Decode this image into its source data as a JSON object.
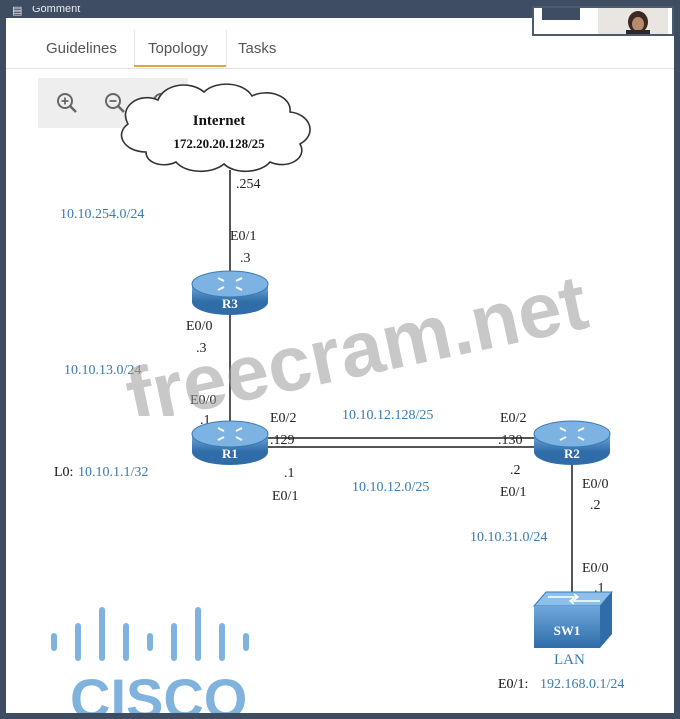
{
  "window": {
    "title": "Go‌mment"
  },
  "tabs": [
    {
      "label": "Guidelines"
    },
    {
      "label": "Topology"
    },
    {
      "label": "Tasks"
    }
  ],
  "zoom": {
    "zoom_in": "zoom-in",
    "zoom_out": "zoom-out",
    "zoom_fit": "zoom-fit"
  },
  "diagram": {
    "internet": {
      "name": "Internet",
      "subnet": "172.20.20.128/25",
      "ip": ".254"
    },
    "r3": {
      "name": "R3",
      "top_port": "E0/1",
      "top_ip": ".3",
      "bottom_port": "E0/0",
      "bottom_ip": ".3"
    },
    "r1": {
      "name": "R1",
      "top_port": "E0/0",
      "top_ip": ".1",
      "e02_port": "E0/2",
      "e02_ip": ".129",
      "e01_ip": ".1",
      "e01_port": "E0/1",
      "loopback": "L0:",
      "loopback_ip": "10.10.1.1/32"
    },
    "r2": {
      "name": "R2",
      "e02_port": "E0/2",
      "e02_ip": ".130",
      "e01_ip": ".2",
      "e01_port": "E0/1",
      "e00_port": "E0/0",
      "e00_ip": ".2"
    },
    "sw1": {
      "name": "SW1",
      "top_port": "E0/0",
      "top_ip": ".1",
      "lan": "LAN",
      "e01_port": "E0/1:",
      "e01_ip": "192.168.0.1/24"
    },
    "subnets": {
      "inet_r3": "10.10.254.0/24",
      "r3_r1": "10.10.13.0/24",
      "r1_r2_top": "10.10.12.128/25",
      "r1_r2_bottom": "10.10.12.0/25",
      "r2_sw1": "10.10.31.0/24"
    },
    "colors": {
      "subnet_text": "#3a7ab0",
      "router_body": "#4a8ccf",
      "router_dark": "#2f6ca8",
      "link": "#555555"
    }
  },
  "watermark": "freecram.net",
  "logo": {
    "text": "CISCO"
  }
}
